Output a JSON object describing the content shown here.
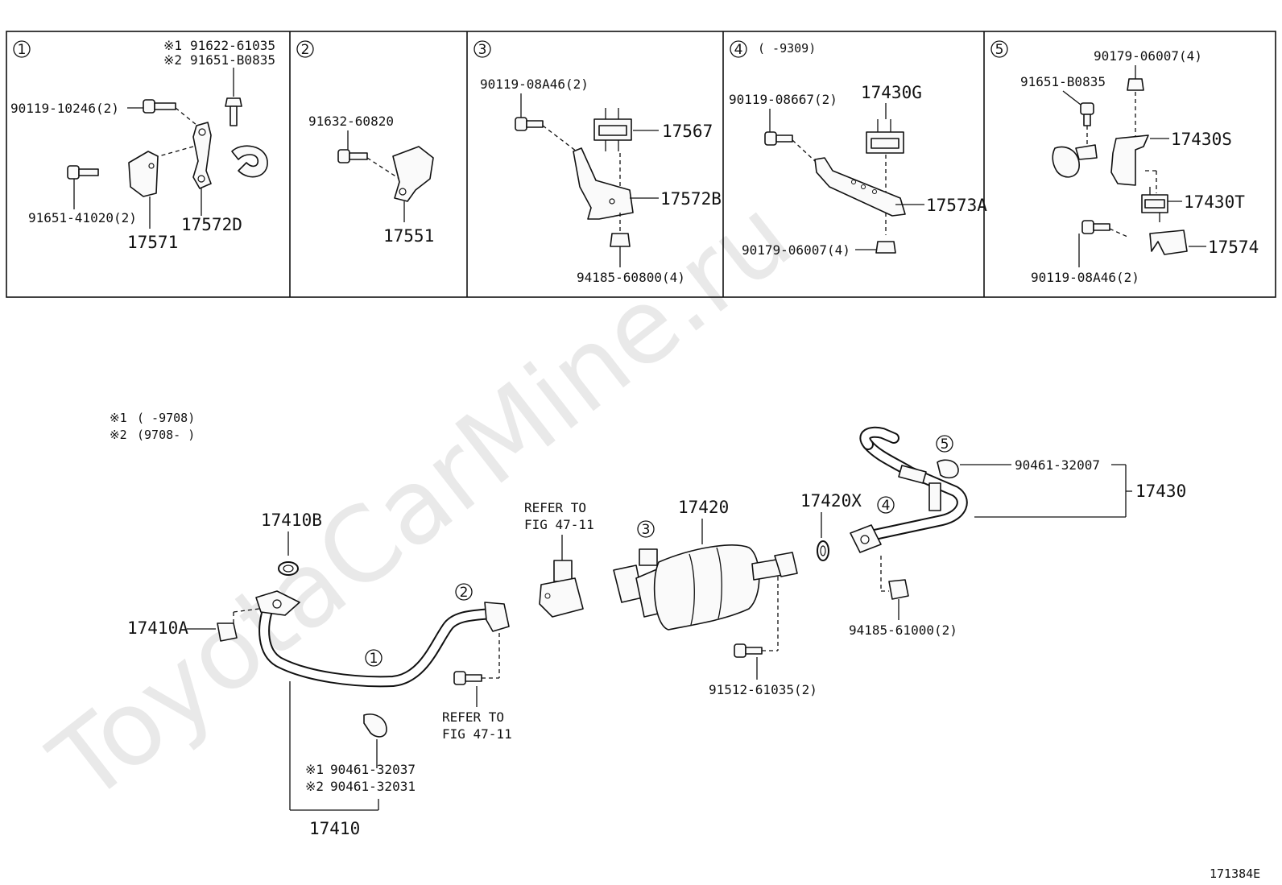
{
  "watermark": "ToyotaCarMine.ru",
  "figure_code": "171384E",
  "panels": {
    "p1": {
      "num": "1",
      "note1_mark": "※1",
      "note1_part": "91622-61035",
      "note2_mark": "※2",
      "note2_part": "91651-B0835",
      "bolt": "90119-10246(2)",
      "bolt2": "91651-41020(2)",
      "bracket_a": "17571",
      "bracket_b": "17572D"
    },
    "p2": {
      "num": "2",
      "bolt": "91632-60820",
      "bracket": "17551"
    },
    "p3": {
      "num": "3",
      "bolt": "90119-08A46(2)",
      "mount": "17567",
      "bracket": "17572B",
      "nut": "94185-60800(4)"
    },
    "p4": {
      "num": "4",
      "range": "(      -9309)",
      "bolt": "90119-08667(2)",
      "mount": "17430G",
      "bracket": "17573A",
      "nut": "90179-06007(4)"
    },
    "p5": {
      "num": "5",
      "nut_top": "90179-06007(4)",
      "bolt_top": "91651-B0835",
      "bracket_s": "17430S",
      "mount_t": "17430T",
      "bracket": "17574",
      "bolt": "90119-08A46(2)"
    }
  },
  "notes": {
    "n1_mark": "※1",
    "n1_range": "(      -9708)",
    "n2_mark": "※2",
    "n2_range": "(9708-      )"
  },
  "main": {
    "gasket_b": "17410B",
    "nut_a": "17410A",
    "front_pipe": "17410",
    "clamp1_mark": "※1",
    "clamp1": "90461-32037",
    "clamp2_mark": "※2",
    "clamp2": "90461-32031",
    "refer_top_1": "REFER TO",
    "refer_top_2": "FIG 47-11",
    "refer_bot_1": "REFER TO",
    "refer_bot_2": "FIG 47-11",
    "converter": "17420",
    "gasket_x": "17420X",
    "bolt_conv": "91512-61035(2)",
    "nut_tail": "94185-61000(2)",
    "clamp_tail": "90461-32007",
    "tail_pipe": "17430",
    "c1": "1",
    "c2": "2",
    "c3": "3",
    "c4": "4",
    "c5": "5"
  }
}
